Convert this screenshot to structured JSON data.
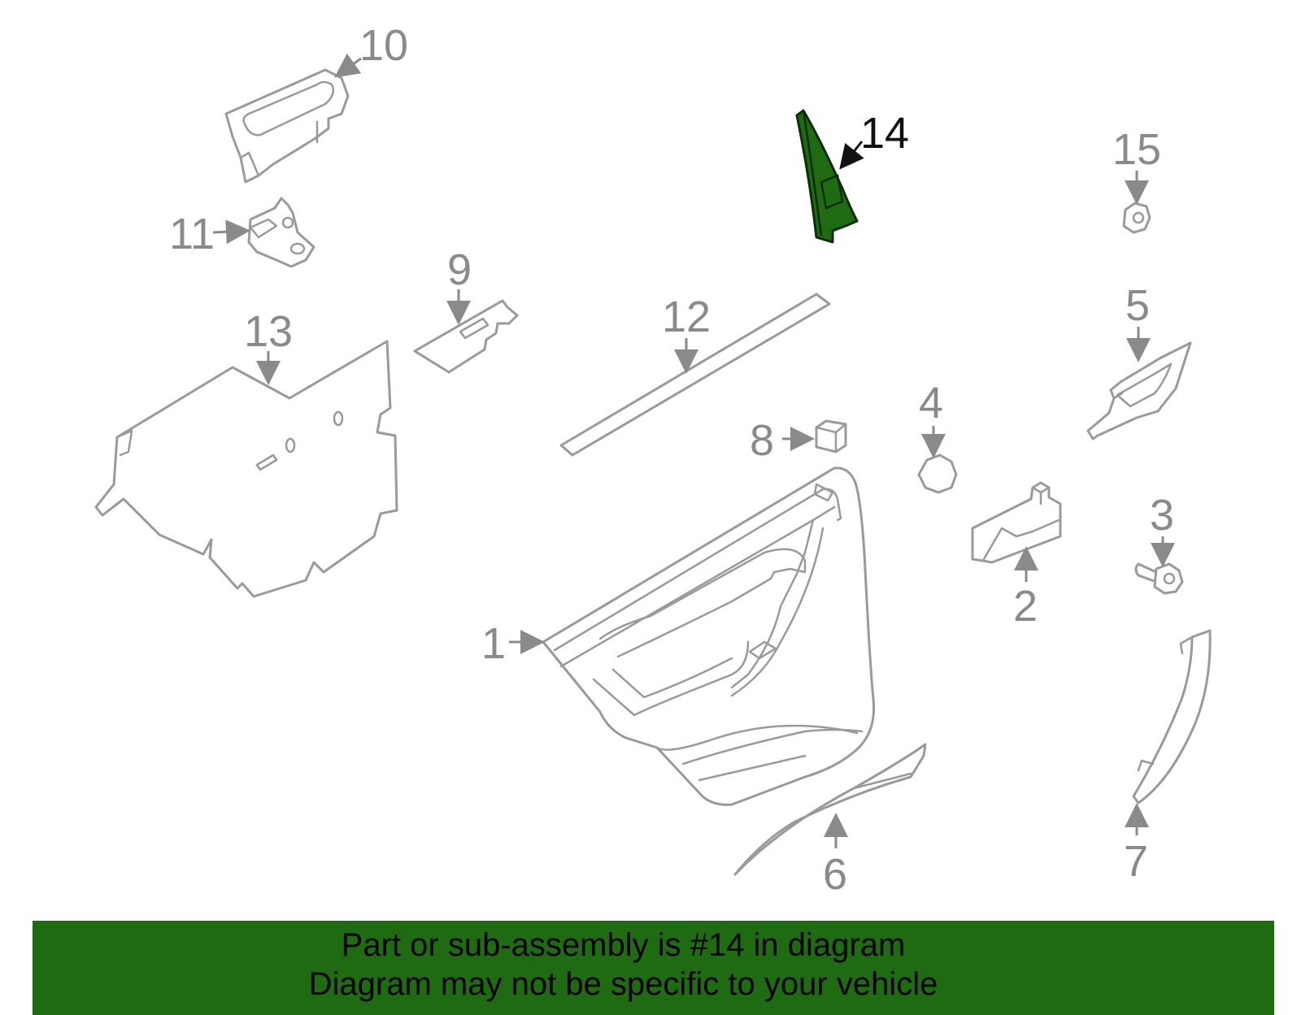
{
  "callouts": {
    "c1": "1",
    "c2": "2",
    "c3": "3",
    "c4": "4",
    "c5": "5",
    "c6": "6",
    "c7": "7",
    "c8": "8",
    "c9": "9",
    "c10": "10",
    "c11": "11",
    "c12": "12",
    "c13": "13",
    "c14": "14",
    "c15": "15"
  },
  "highlighted_part": "14",
  "colors": {
    "highlight": "#1f6b12",
    "outline": "#9a9a9a",
    "banner": "#1f6b12"
  },
  "banner": {
    "line1": "Part or sub-assembly is #14 in diagram",
    "line2": "Diagram may not be specific to your vehicle"
  }
}
